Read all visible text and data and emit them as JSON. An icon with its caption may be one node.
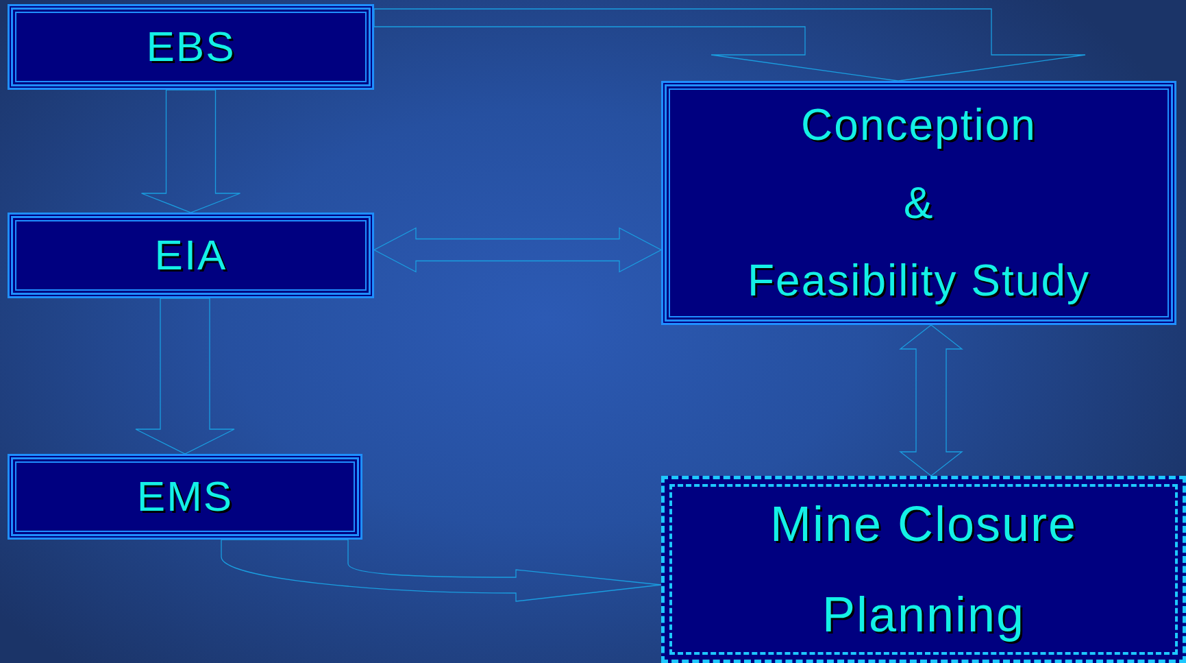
{
  "diagram": {
    "nodes": [
      {
        "text": [
          "EBS"
        ]
      },
      {
        "text": [
          "EIA"
        ]
      },
      {
        "text": [
          "EMS"
        ]
      },
      {
        "text": [
          "Conception",
          "&",
          "Feasibility Study"
        ]
      },
      {
        "text": [
          "Mine Closure",
          "Planning"
        ]
      }
    ],
    "edges": [
      {
        "from": 0,
        "to": 3,
        "arrow": "to"
      },
      {
        "from": 0,
        "to": 1,
        "arrow": "to"
      },
      {
        "from": 1,
        "to": 3,
        "arrow": "both"
      },
      {
        "from": 3,
        "to": 4,
        "arrow": "both"
      },
      {
        "from": 1,
        "to": 2,
        "arrow": "to"
      },
      {
        "from": 2,
        "to": 4,
        "arrow": "to"
      }
    ]
  }
}
